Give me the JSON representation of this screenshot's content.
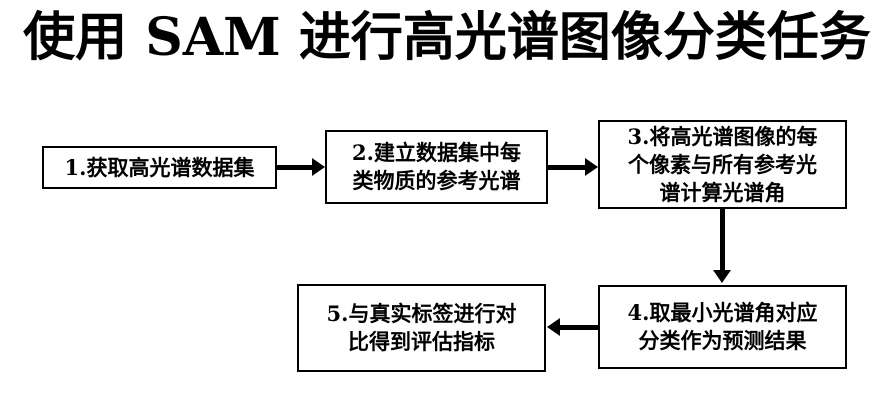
{
  "page": {
    "title": "使用 SAM 进行高光谱图像分类任务",
    "background_color": "#ffffff",
    "line_color": "#000000",
    "text_color": "#000000"
  },
  "flowchart": {
    "type": "process-flow",
    "direction": "left-to-right, then down, then right-to-left",
    "nodes": [
      {
        "id": "node-1",
        "step": "1",
        "label": "1.获取高光谱数据集",
        "lines": [
          "1.获取高光谱数据集"
        ]
      },
      {
        "id": "node-2",
        "step": "2",
        "label": "2.建立数据集中每类物质的参考光谱",
        "lines": [
          "2.建立数据集中每",
          "类物质的参考光谱"
        ]
      },
      {
        "id": "node-3",
        "step": "3",
        "label": "3.将高光谱图像的每个像素与所有参考光谱计算光谱角",
        "lines": [
          "3.将高光谱图像的每",
          "个像素与所有参考光",
          "谱计算光谱角"
        ]
      },
      {
        "id": "node-4",
        "step": "4",
        "label": "4.取最小光谱角对应分类作为预测结果",
        "lines": [
          "4.取最小光谱角对应",
          "分类作为预测结果"
        ]
      },
      {
        "id": "node-5",
        "step": "5",
        "label": "5.与真实标签进行对比得到评估指标",
        "lines": [
          "5.与真实标签进行对",
          "比得到评估指标"
        ]
      }
    ],
    "edges": [
      {
        "id": "edge-1-2",
        "from": "node-1",
        "to": "node-2",
        "direction": "right"
      },
      {
        "id": "edge-2-3",
        "from": "node-2",
        "to": "node-3",
        "direction": "right"
      },
      {
        "id": "edge-3-4",
        "from": "node-3",
        "to": "node-4",
        "direction": "down"
      },
      {
        "id": "edge-4-5",
        "from": "node-4",
        "to": "node-5",
        "direction": "left"
      }
    ]
  }
}
